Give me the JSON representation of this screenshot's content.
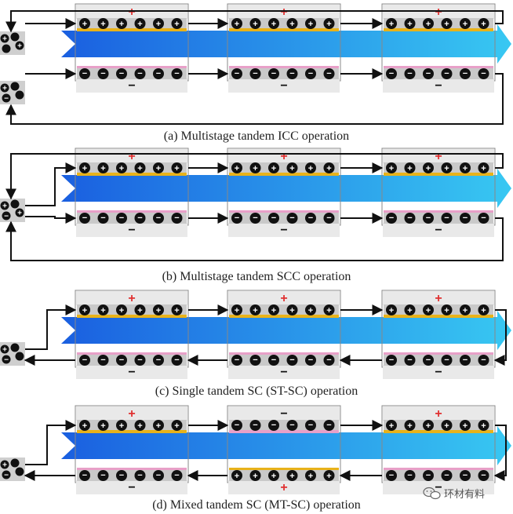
{
  "colors": {
    "flow_arrow_start": "#1a5fe0",
    "flow_arrow_end": "#38c8f2",
    "electrode_positive": "#e8b21a",
    "electrode_negative": "#e8a0c8",
    "plus_sign": "#e03030",
    "cell_fill": "#e9e9e9",
    "ion": "#111111"
  },
  "panels": [
    {
      "caption": "(a) Multistage tandem ICC operation",
      "top_electrodes": [
        "positive",
        "positive",
        "positive"
      ],
      "bottom_electrodes": [
        "negative",
        "negative",
        "negative"
      ],
      "top_ion_signs": [
        [
          "+",
          "+",
          "+",
          "+",
          "+",
          "+"
        ],
        [
          "+",
          "+",
          "+",
          "+",
          "+",
          "+"
        ],
        [
          "+",
          "+",
          "+",
          "+",
          "+",
          "+"
        ]
      ],
      "bottom_ion_signs": [
        [
          "−",
          "−",
          "−",
          "−",
          "−",
          "−"
        ],
        [
          "−",
          "−",
          "−",
          "−",
          "−",
          "−"
        ],
        [
          "−",
          "−",
          "−",
          "−",
          "−",
          "−"
        ]
      ],
      "cell_top_polarity": [
        "+",
        "+",
        "+"
      ],
      "cell_bottom_polarity": [
        "−",
        "−",
        "−"
      ]
    },
    {
      "caption": "(b) Multistage tandem SCC operation",
      "top_electrodes": [
        "positive",
        "positive",
        "positive"
      ],
      "bottom_electrodes": [
        "negative",
        "negative",
        "negative"
      ],
      "top_ion_signs": [
        [
          "+",
          "+",
          "+",
          "+",
          "+",
          "+"
        ],
        [
          "+",
          "+",
          "+",
          "+",
          "+",
          "+"
        ],
        [
          "+",
          "+",
          "+",
          "+",
          "+",
          "+"
        ]
      ],
      "bottom_ion_signs": [
        [
          "−",
          "−",
          "−",
          "−",
          "−",
          "−"
        ],
        [
          "−",
          "−",
          "−",
          "−",
          "−",
          "−"
        ],
        [
          "−",
          "−",
          "−",
          "−",
          "−",
          "−"
        ]
      ],
      "cell_top_polarity": [
        "+",
        "+",
        "+"
      ],
      "cell_bottom_polarity": [
        "−",
        "−",
        "−"
      ]
    },
    {
      "caption": "(c) Single tandem SC (ST-SC) operation",
      "top_electrodes": [
        "positive",
        "positive",
        "positive"
      ],
      "bottom_electrodes": [
        "negative",
        "negative",
        "negative"
      ],
      "top_ion_signs": [
        [
          "+",
          "+",
          "+",
          "+",
          "+",
          "+"
        ],
        [
          "+",
          "+",
          "+",
          "+",
          "+",
          "+"
        ],
        [
          "+",
          "+",
          "+",
          "+",
          "+",
          "+"
        ]
      ],
      "bottom_ion_signs": [
        [
          "−",
          "−",
          "−",
          "−",
          "−",
          "−"
        ],
        [
          "−",
          "−",
          "−",
          "−",
          "−",
          "−"
        ],
        [
          "−",
          "−",
          "−",
          "−",
          "−",
          "−"
        ]
      ],
      "cell_top_polarity": [
        "+",
        "+",
        "+"
      ],
      "cell_bottom_polarity": [
        "−",
        "−",
        "−"
      ]
    },
    {
      "caption": "(d) Mixed tandem SC (MT-SC) operation",
      "top_electrodes": [
        "positive",
        "negative",
        "positive"
      ],
      "bottom_electrodes": [
        "negative",
        "positive",
        "negative"
      ],
      "top_ion_signs": [
        [
          "+",
          "+",
          "+",
          "+",
          "+",
          "+"
        ],
        [
          "−",
          "−",
          "−",
          "−",
          "−",
          "−"
        ],
        [
          "+",
          "+",
          "+",
          "+",
          "+",
          "+"
        ]
      ],
      "bottom_ion_signs": [
        [
          "−",
          "−",
          "−",
          "−",
          "−",
          "−"
        ],
        [
          "+",
          "+",
          "+",
          "+",
          "+",
          "+"
        ],
        [
          "−",
          "−",
          "−",
          "−",
          "−",
          "−"
        ]
      ],
      "cell_top_polarity": [
        "+",
        "−",
        "+"
      ],
      "cell_bottom_polarity": [
        "−",
        "+",
        "−"
      ]
    }
  ],
  "watermark": {
    "icon": "wechat-icon",
    "text": "环材有料"
  }
}
